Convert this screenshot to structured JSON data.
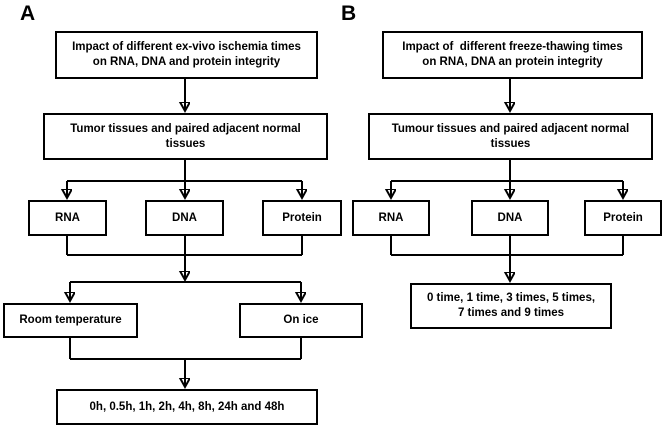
{
  "panel_a": {
    "label": "A",
    "title_box": {
      "line1": "Impact of different ex-vivo ischemia times",
      "line2": "on RNA, DNA and protein integrity"
    },
    "tissue_box": {
      "line1": "Tumor tissues and paired adjacent normal",
      "line2": "tissues"
    },
    "analytes": [
      "RNA",
      "DNA",
      "Protein"
    ],
    "conditions": [
      "Room temperature",
      "On ice"
    ],
    "timepoints": "0h, 0.5h, 1h, 2h, 4h, 8h, 24h and 48h"
  },
  "panel_b": {
    "label": "B",
    "title_box": {
      "line1": "Impact of  different freeze-thawing times",
      "line2": "on RNA, DNA an protein integrity"
    },
    "tissue_box": {
      "line1": "Tumour tissues and paired adjacent normal",
      "line2": "tissues"
    },
    "analytes": [
      "RNA",
      "DNA",
      "Protein"
    ],
    "timepoints": {
      "line1": "0 time, 1 time, 3 times, 5 times,",
      "line2": "7 times and 9 times"
    }
  },
  "colors": {
    "ink": "#000000",
    "background": "#ffffff"
  }
}
